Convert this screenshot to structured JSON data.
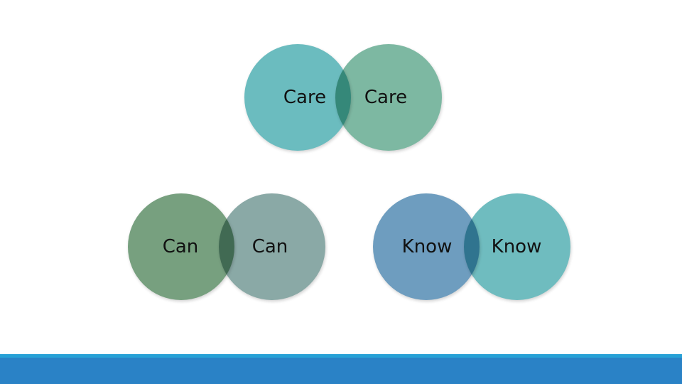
{
  "diagram": {
    "pairs": [
      {
        "id": "care",
        "left": {
          "label": "Care",
          "color": "#6bbcbf"
        },
        "right": {
          "label": "Care",
          "color": "#7db8a2"
        }
      },
      {
        "id": "can",
        "left": {
          "label": "Can",
          "color": "#77a07f"
        },
        "right": {
          "label": "Can",
          "color": "#8aa9a6"
        }
      },
      {
        "id": "know",
        "left": {
          "label": "Know",
          "color": "#6e9dbf"
        },
        "right": {
          "label": "Know",
          "color": "#6fbcbf"
        }
      }
    ]
  },
  "footer": {
    "band_color": "#2a82c6",
    "accent_color": "#27a1d6"
  }
}
